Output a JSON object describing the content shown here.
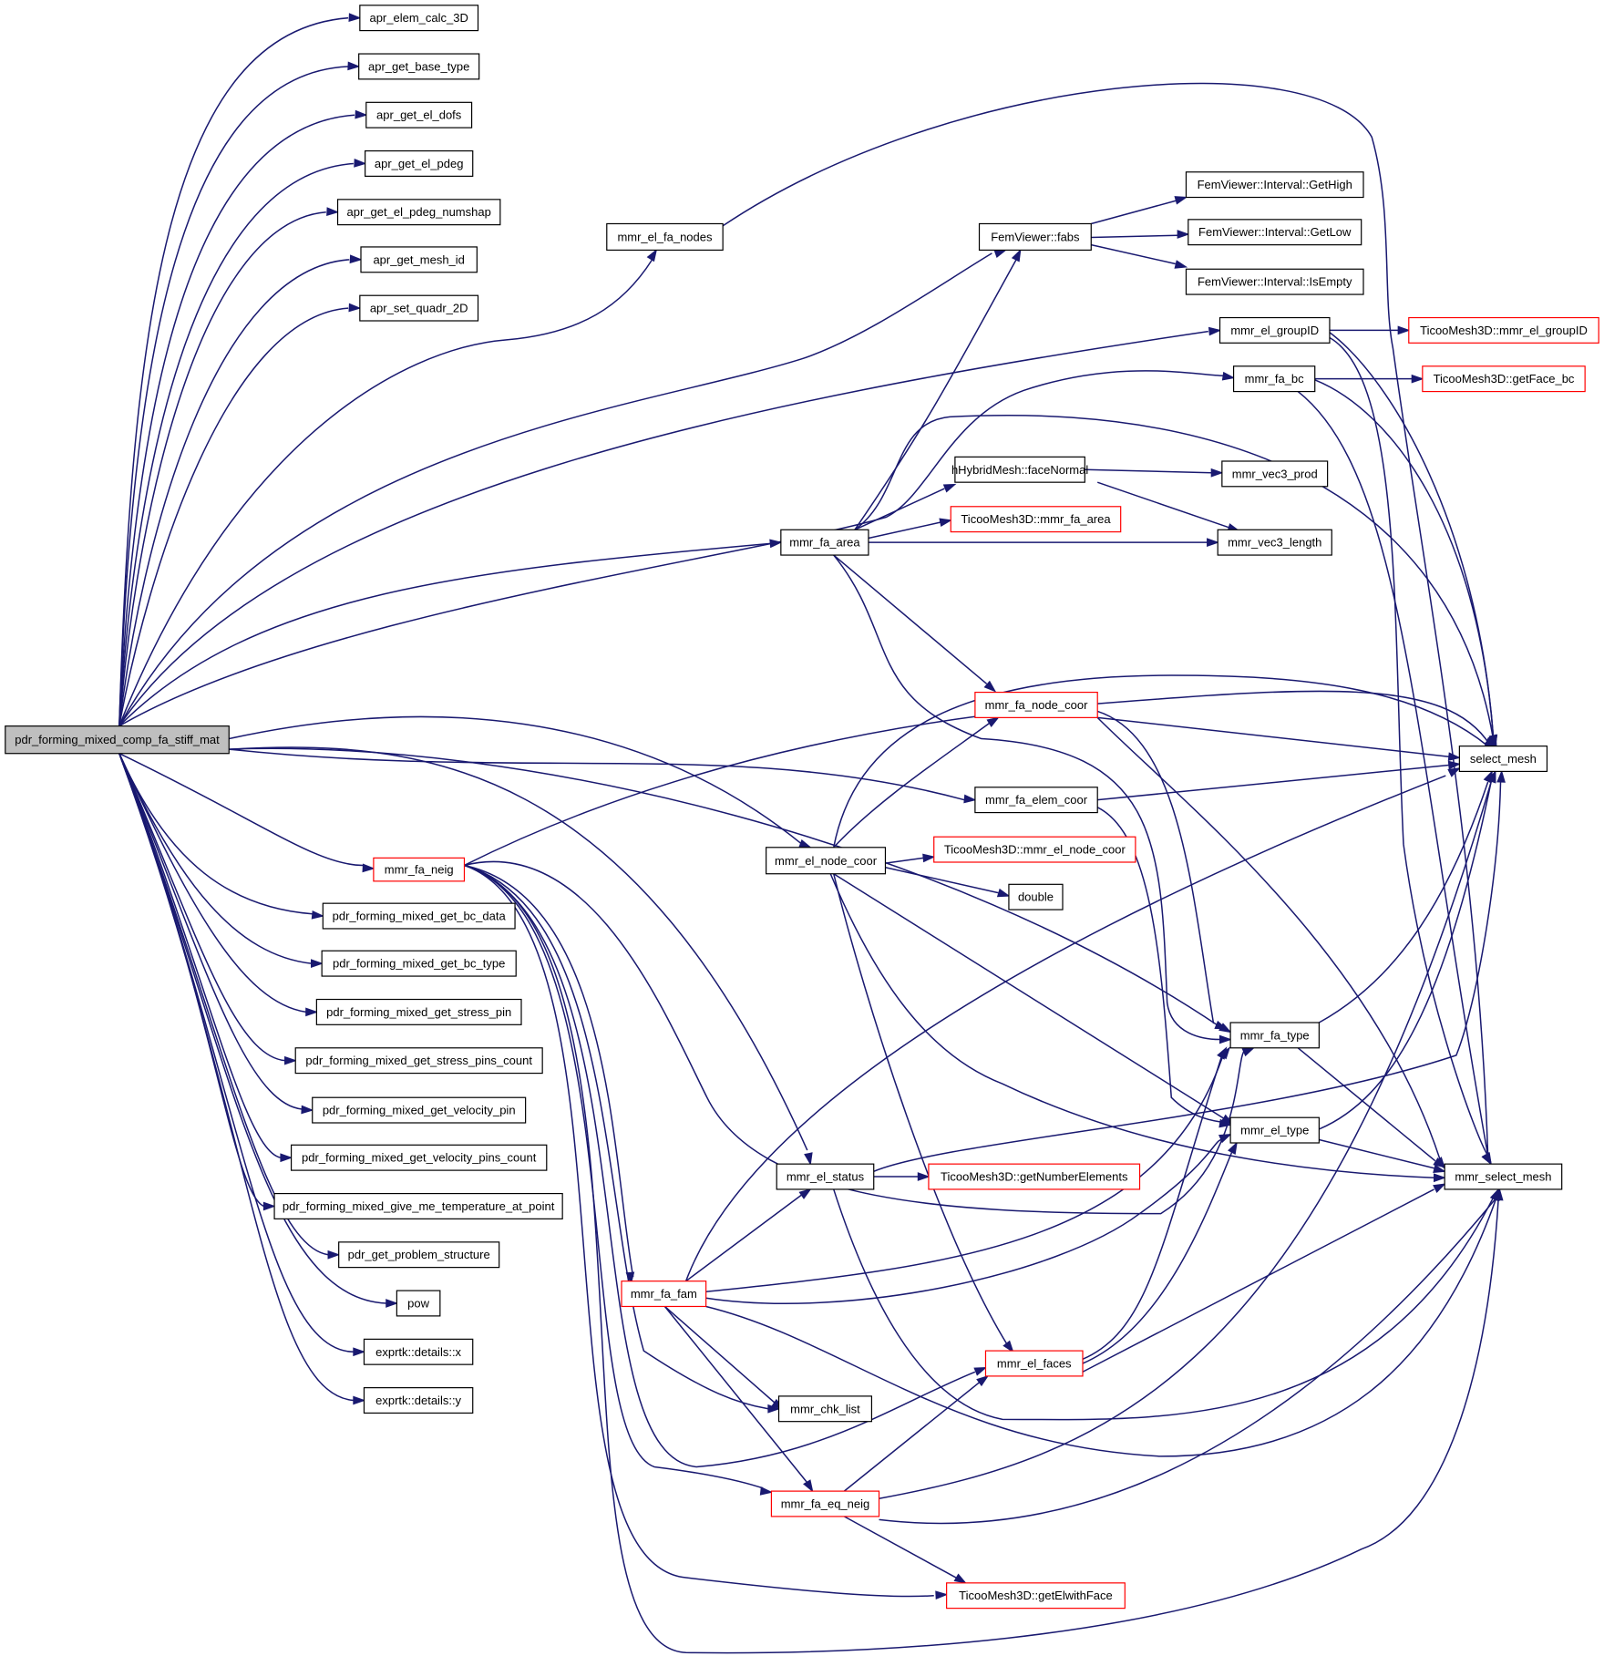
{
  "nodes": {
    "root": {
      "label": "pdr_forming_mixed_comp_fa_stiff_mat"
    },
    "apr_elem_calc_3D": {
      "label": "apr_elem_calc_3D"
    },
    "apr_get_base_type": {
      "label": "apr_get_base_type"
    },
    "apr_get_el_dofs": {
      "label": "apr_get_el_dofs"
    },
    "apr_get_el_pdeg": {
      "label": "apr_get_el_pdeg"
    },
    "apr_get_el_pdeg_numshap": {
      "label": "apr_get_el_pdeg_numshap"
    },
    "apr_get_mesh_id": {
      "label": "apr_get_mesh_id"
    },
    "apr_set_quadr_2D": {
      "label": "apr_set_quadr_2D"
    },
    "mmr_el_fa_nodes": {
      "label": "mmr_el_fa_nodes"
    },
    "fem_fabs": {
      "label": "FemViewer::fabs"
    },
    "fem_gethigh": {
      "label": "FemViewer::Interval::GetHigh"
    },
    "fem_getlow": {
      "label": "FemViewer::Interval::GetLow"
    },
    "fem_isempty": {
      "label": "FemViewer::Interval::IsEmpty"
    },
    "mmr_el_groupID": {
      "label": "mmr_el_groupID"
    },
    "ticoo_el_groupID": {
      "label": "TicooMesh3D::mmr_el_groupID"
    },
    "mmr_fa_bc": {
      "label": "mmr_fa_bc"
    },
    "ticoo_getface_bc": {
      "label": "TicooMesh3D::getFace_bc"
    },
    "hhybrid_facenormal": {
      "label": "hHybridMesh::faceNormal"
    },
    "mmr_vec3_prod": {
      "label": "mmr_vec3_prod"
    },
    "ticoo_fa_area": {
      "label": "TicooMesh3D::mmr_fa_area"
    },
    "mmr_fa_area": {
      "label": "mmr_fa_area"
    },
    "mmr_vec3_length": {
      "label": "mmr_vec3_length"
    },
    "mmr_fa_node_coor": {
      "label": "mmr_fa_node_coor"
    },
    "select_mesh": {
      "label": "select_mesh"
    },
    "mmr_fa_elem_coor": {
      "label": "mmr_fa_elem_coor"
    },
    "mmr_el_node_coor": {
      "label": "mmr_el_node_coor"
    },
    "ticoo_el_node_coor": {
      "label": "TicooMesh3D::mmr_el_node_coor"
    },
    "double": {
      "label": "double"
    },
    "mmr_fa_neig": {
      "label": "mmr_fa_neig"
    },
    "get_bc_data": {
      "label": "pdr_forming_mixed_get_bc_data"
    },
    "get_bc_type": {
      "label": "pdr_forming_mixed_get_bc_type"
    },
    "get_stress_pin": {
      "label": "pdr_forming_mixed_get_stress_pin"
    },
    "get_stress_pins_count": {
      "label": "pdr_forming_mixed_get_stress_pins_count"
    },
    "get_velocity_pin": {
      "label": "pdr_forming_mixed_get_velocity_pin"
    },
    "get_velocity_pins_count": {
      "label": "pdr_forming_mixed_get_velocity_pins_count"
    },
    "give_me_temperature": {
      "label": "pdr_forming_mixed_give_me_temperature_at_point"
    },
    "pdr_get_problem_structure": {
      "label": "pdr_get_problem_structure"
    },
    "pow": {
      "label": "pow"
    },
    "exprtk_x": {
      "label": "exprtk::details::x"
    },
    "exprtk_y": {
      "label": "exprtk::details::y"
    },
    "mmr_fa_type": {
      "label": "mmr_fa_type"
    },
    "mmr_el_type": {
      "label": "mmr_el_type"
    },
    "mmr_el_status": {
      "label": "mmr_el_status"
    },
    "ticoo_getnumberelements": {
      "label": "TicooMesh3D::getNumberElements"
    },
    "mmr_select_mesh": {
      "label": "mmr_select_mesh"
    },
    "mmr_fa_fam": {
      "label": "mmr_fa_fam"
    },
    "mmr_el_faces": {
      "label": "mmr_el_faces"
    },
    "mmr_chk_list": {
      "label": "mmr_chk_list"
    },
    "mmr_fa_eq_neig": {
      "label": "mmr_fa_eq_neig"
    },
    "ticoo_getelwithface": {
      "label": "TicooMesh3D::getElwithFace"
    }
  },
  "colors": {
    "edge": "#191970",
    "highlight_border": "#ff0000",
    "root_fill": "#bfbfbf"
  }
}
